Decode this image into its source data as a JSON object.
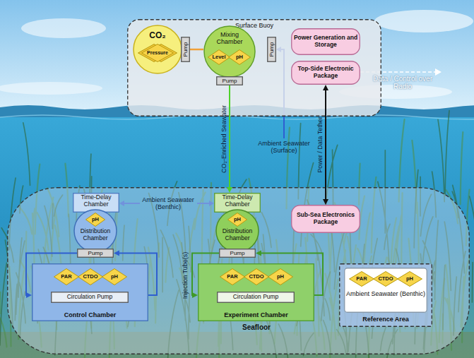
{
  "diagram": {
    "nodes": [
      {
        "text": [
          "Surface Buoy"
        ]
      },
      {
        "text": [
          "CO₂"
        ],
        "in": 0
      },
      {
        "text": [
          "Pressure"
        ],
        "in": 1
      },
      {
        "text": [
          "Pump"
        ],
        "in": 0
      },
      {
        "text": [
          "Mixing Chamber"
        ],
        "in": 0
      },
      {
        "text": [
          "Level"
        ],
        "in": 4
      },
      {
        "text": [
          "pH"
        ],
        "in": 4
      },
      {
        "text": [
          "Pump"
        ],
        "in": 0
      },
      {
        "text": [
          "Pump"
        ],
        "in": 0
      },
      {
        "text": [
          "Power Generation and Storage"
        ],
        "in": 0
      },
      {
        "text": [
          "Top-Side Electronic Package"
        ],
        "in": 0
      },
      {
        "text": [
          "Seafloor"
        ]
      },
      {
        "text": [
          "Time-Delay Chamber"
        ],
        "in": 11
      },
      {
        "text": [
          "Distribution Chamber"
        ],
        "in": 11
      },
      {
        "text": [
          "pH"
        ],
        "in": 13
      },
      {
        "text": [
          "Pump"
        ],
        "in": 11
      },
      {
        "text": [
          "Control Chamber"
        ],
        "in": 11
      },
      {
        "text": [
          "PAR"
        ],
        "in": 16
      },
      {
        "text": [
          "CTDO"
        ],
        "in": 16
      },
      {
        "text": [
          "pH"
        ],
        "in": 16
      },
      {
        "text": [
          "Circulation Pump"
        ],
        "in": 16
      },
      {
        "text": [
          "Time-Delay Chamber"
        ],
        "in": 11
      },
      {
        "text": [
          "Distribution Chamber"
        ],
        "in": 11
      },
      {
        "text": [
          "pH"
        ],
        "in": 22
      },
      {
        "text": [
          "Pump"
        ],
        "in": 11
      },
      {
        "text": [
          "Experiment Chamber"
        ],
        "in": 11
      },
      {
        "text": [
          "PAR"
        ],
        "in": 25
      },
      {
        "text": [
          "CTDO"
        ],
        "in": 25
      },
      {
        "text": [
          "pH"
        ],
        "in": 25
      },
      {
        "text": [
          "Circulation Pump"
        ],
        "in": 25
      },
      {
        "text": [
          "Sub-Sea Electronics Package"
        ],
        "in": 11
      },
      {
        "text": [
          "Reference Area"
        ],
        "in": 11
      },
      {
        "text": [
          "Ambient Seawater (Benthic)"
        ],
        "in": 31
      },
      {
        "text": [
          "PAR"
        ],
        "in": 32
      },
      {
        "text": [
          "CTDO"
        ],
        "in": 32
      },
      {
        "text": [
          "pH"
        ],
        "in": 32
      }
    ],
    "edges": [
      {
        "from": 3,
        "to": 4,
        "arrow": "none"
      },
      {
        "from": 8,
        "to": 21,
        "arrow": "to",
        "label": "CO₂-Enriched Seawater"
      },
      {
        "from": 10,
        "to": 30,
        "arrow": "both",
        "label": "Power / Data Tether"
      },
      {
        "from": 15,
        "to": 16,
        "arrow": "to"
      },
      {
        "from": 16,
        "to": 15,
        "arrow": "to"
      },
      {
        "from": 24,
        "to": 25,
        "arrow": "to"
      },
      {
        "from": 25,
        "to": 24,
        "arrow": "to"
      }
    ],
    "labels": [
      "Data / Control over Radio",
      "Ambient Seawater (Surface)",
      "Ambient Seawater (Benthic)",
      "Injection Tube(s)"
    ]
  }
}
